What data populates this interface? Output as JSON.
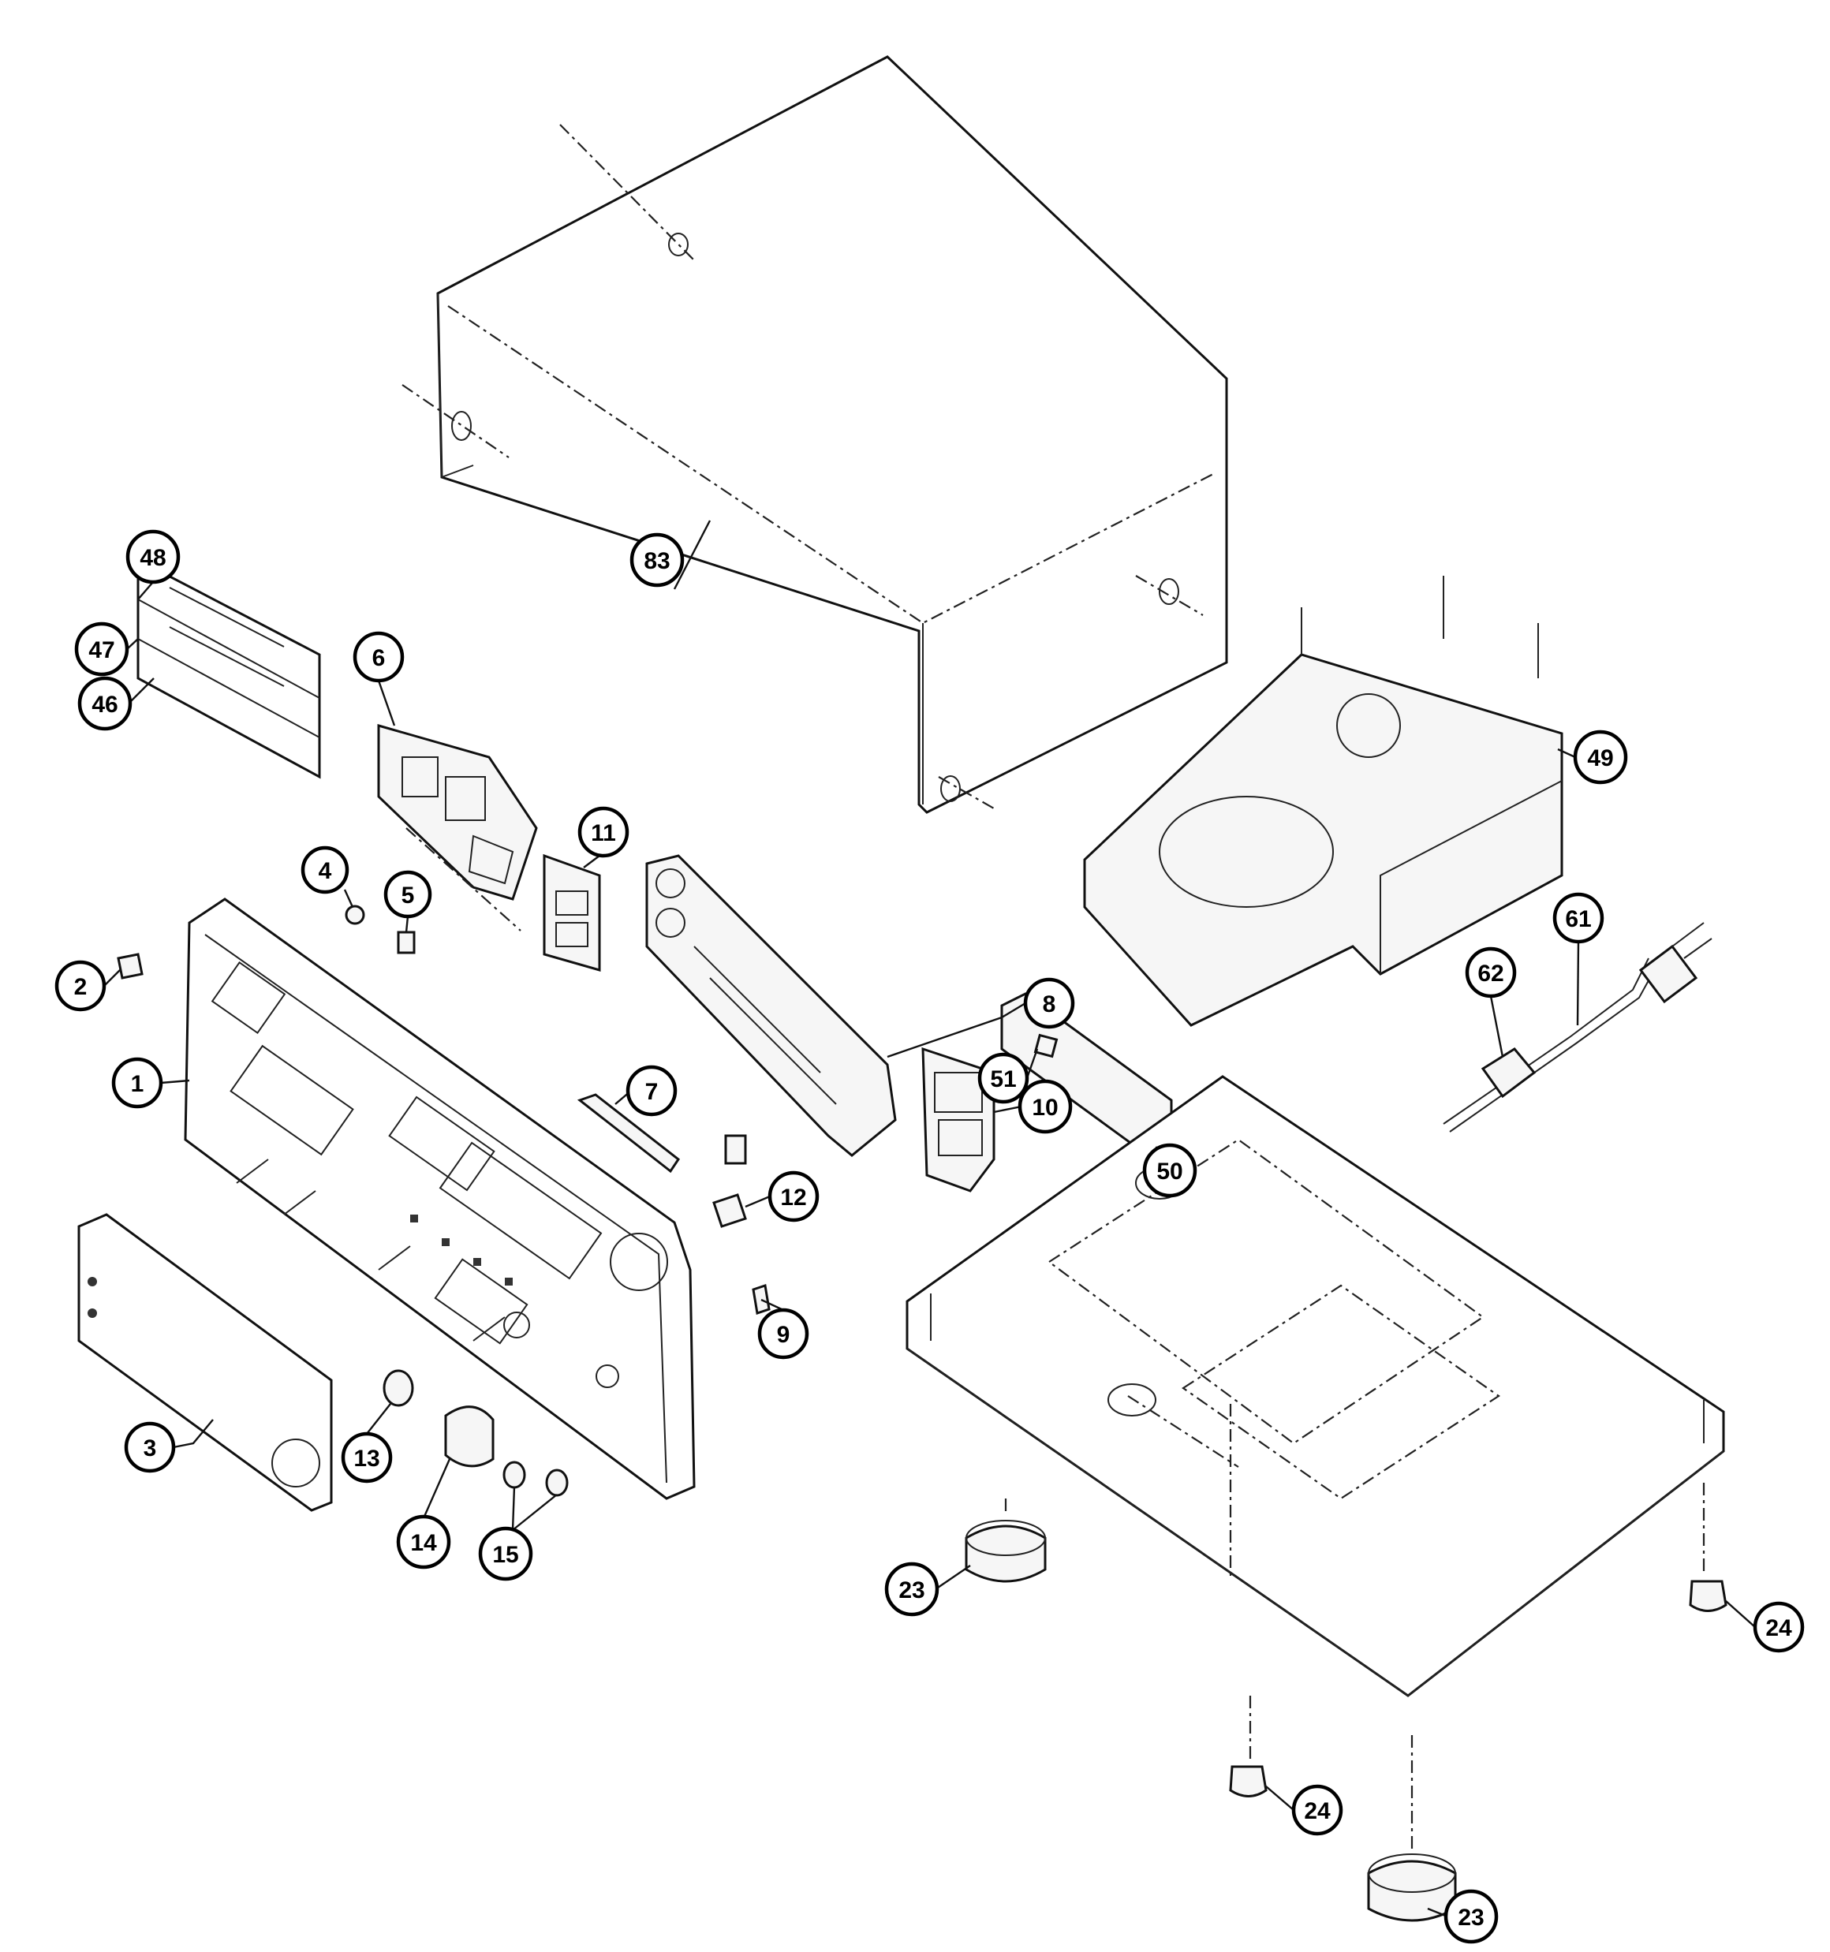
{
  "callouts": [
    {
      "label": "1"
    },
    {
      "label": "2"
    },
    {
      "label": "3"
    },
    {
      "label": "4"
    },
    {
      "label": "5"
    },
    {
      "label": "6"
    },
    {
      "label": "7"
    },
    {
      "label": "8"
    },
    {
      "label": "9"
    },
    {
      "label": "10"
    },
    {
      "label": "11"
    },
    {
      "label": "12"
    },
    {
      "label": "13"
    },
    {
      "label": "14"
    },
    {
      "label": "15"
    },
    {
      "label": "23"
    },
    {
      "label": "23"
    },
    {
      "label": "24"
    },
    {
      "label": "24"
    },
    {
      "label": "46"
    },
    {
      "label": "47"
    },
    {
      "label": "48"
    },
    {
      "label": "49"
    },
    {
      "label": "50"
    },
    {
      "label": "51"
    },
    {
      "label": "61"
    },
    {
      "label": "62"
    },
    {
      "label": "83"
    }
  ]
}
